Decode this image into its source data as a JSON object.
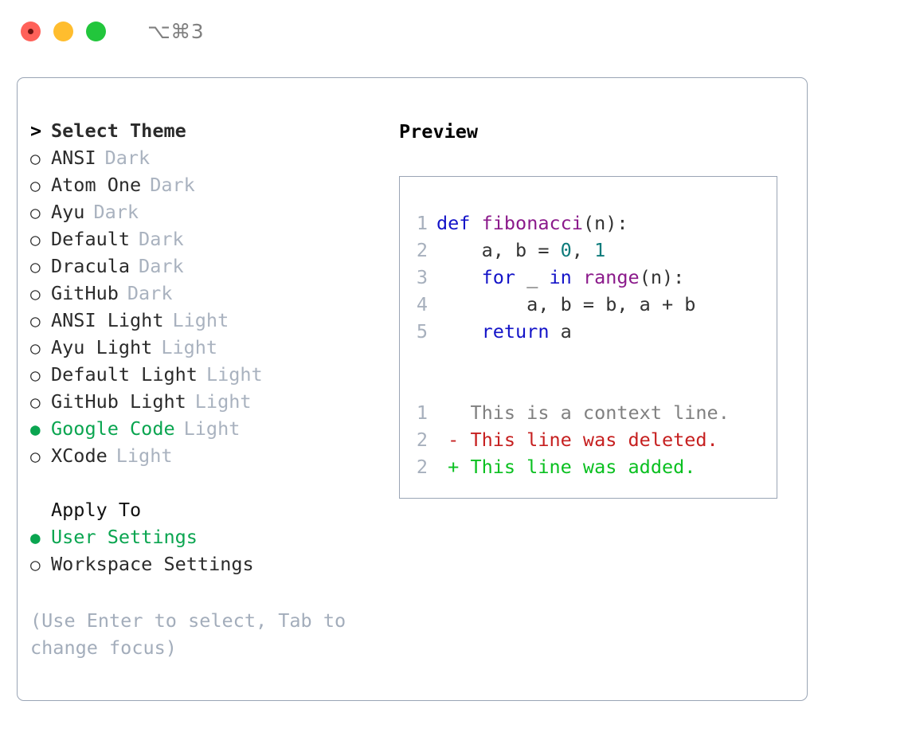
{
  "titlebar": {
    "shortcut": "⌥⌘3",
    "buttons": [
      {
        "name": "close",
        "color": "#ff6159"
      },
      {
        "name": "minimize",
        "color": "#ffbd2e"
      },
      {
        "name": "zoom",
        "color": "#22c63c"
      }
    ]
  },
  "theme_list": {
    "heading": {
      "marker": ">",
      "label": "Select Theme"
    },
    "items": [
      {
        "marker": "○",
        "name": "ANSI",
        "variant": "Dark",
        "selected": false
      },
      {
        "marker": "○",
        "name": "Atom One",
        "variant": "Dark",
        "selected": false
      },
      {
        "marker": "○",
        "name": "Ayu",
        "variant": "Dark",
        "selected": false
      },
      {
        "marker": "○",
        "name": "Default",
        "variant": "Dark",
        "selected": false
      },
      {
        "marker": "○",
        "name": "Dracula",
        "variant": "Dark",
        "selected": false
      },
      {
        "marker": "○",
        "name": "GitHub",
        "variant": "Dark",
        "selected": false
      },
      {
        "marker": "○",
        "name": "ANSI Light",
        "variant": "Light",
        "selected": false
      },
      {
        "marker": "○",
        "name": "Ayu Light",
        "variant": "Light",
        "selected": false
      },
      {
        "marker": "○",
        "name": "Default Light",
        "variant": "Light",
        "selected": false
      },
      {
        "marker": "○",
        "name": "GitHub Light",
        "variant": "Light",
        "selected": false
      },
      {
        "marker": "●",
        "name": "Google Code",
        "variant": "Light",
        "selected": true
      },
      {
        "marker": "○",
        "name": "XCode",
        "variant": "Light",
        "selected": false
      }
    ]
  },
  "apply_to": {
    "heading": "Apply To",
    "options": [
      {
        "marker": "●",
        "name": "User Settings",
        "selected": true
      },
      {
        "marker": "○",
        "name": "Workspace Settings",
        "selected": false
      }
    ]
  },
  "hint": "(Use Enter to select, Tab to change focus)",
  "preview": {
    "title": "Preview",
    "code_lines": [
      {
        "num": "1",
        "tokens": [
          {
            "t": "def",
            "c": "kw"
          },
          {
            "t": " ",
            "c": "pl"
          },
          {
            "t": "fibonacci",
            "c": "fn"
          },
          {
            "t": "(n):",
            "c": "pl"
          }
        ]
      },
      {
        "num": "2",
        "tokens": [
          {
            "t": "    a, b = ",
            "c": "pl"
          },
          {
            "t": "0",
            "c": "num"
          },
          {
            "t": ", ",
            "c": "pl"
          },
          {
            "t": "1",
            "c": "num"
          }
        ]
      },
      {
        "num": "3",
        "tokens": [
          {
            "t": "    ",
            "c": "pl"
          },
          {
            "t": "for",
            "c": "kw"
          },
          {
            "t": " _ ",
            "c": "pl"
          },
          {
            "t": "in",
            "c": "kw"
          },
          {
            "t": " ",
            "c": "pl"
          },
          {
            "t": "range",
            "c": "fn"
          },
          {
            "t": "(n):",
            "c": "pl"
          }
        ]
      },
      {
        "num": "4",
        "tokens": [
          {
            "t": "        a, b = b, a + b",
            "c": "pl"
          }
        ]
      },
      {
        "num": "5",
        "tokens": [
          {
            "t": "    ",
            "c": "pl"
          },
          {
            "t": "return",
            "c": "kw"
          },
          {
            "t": " a",
            "c": "pl"
          }
        ]
      }
    ],
    "diff_lines": [
      {
        "num": "1",
        "tokens": [
          {
            "t": "   This is a context line.",
            "c": "ctx"
          }
        ]
      },
      {
        "num": "2",
        "tokens": [
          {
            "t": " - This line was deleted.",
            "c": "del"
          }
        ]
      },
      {
        "num": "2",
        "tokens": [
          {
            "t": " + This line was added.",
            "c": "add"
          }
        ]
      }
    ]
  },
  "colors": {
    "accent_green": "#0aa550",
    "muted": "#a9b2bf",
    "border": "#9aa5b5",
    "keyword": "#1414c8",
    "function": "#8b1a8b",
    "number": "#0d7b7b",
    "diff_deleted": "#c62020",
    "diff_added": "#0ac020"
  }
}
